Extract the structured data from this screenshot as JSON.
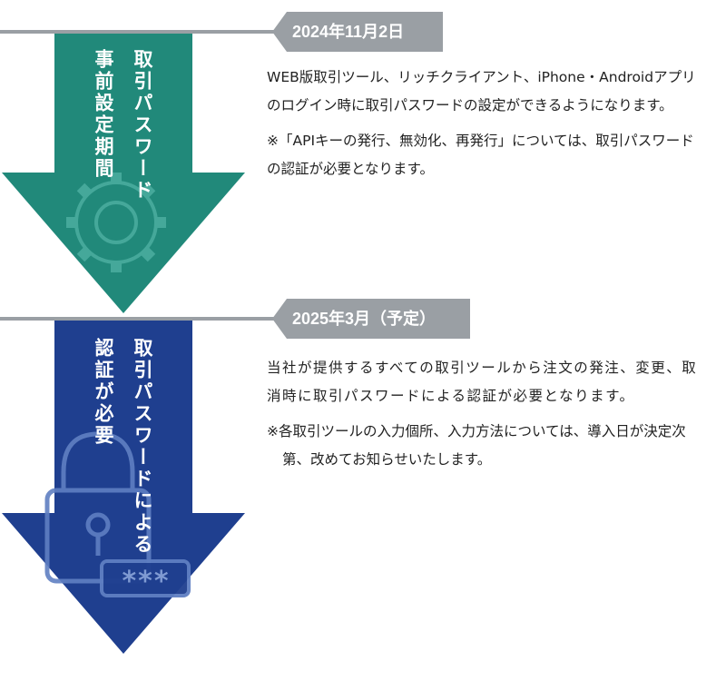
{
  "colors": {
    "phase1_arrow": "#21897a",
    "phase2_arrow": "#1f3f8f",
    "tag_bg": "#9a9fa4",
    "divider": "#9a9fa4",
    "text": "#222222"
  },
  "phases": [
    {
      "date": "2024年11月2日",
      "arrow_col1": "取引パスワード",
      "arrow_col2": "事前設定期間",
      "icon": "gear-icon",
      "description": "WEB版取引ツール、リッチクライアント、iPhone・Androidアプリのログイン時に取引パスワードの設定ができるようになります。",
      "note": "※「APIキーの発行、無効化、再発行」については、取引パスワードの認証が必要となります。"
    },
    {
      "date": "2025年3月（予定）",
      "arrow_col1": "取引パスワードによる",
      "arrow_col2": "認証が必要",
      "icon": "padlock-icon",
      "password_mask": "***",
      "description": "当社が提供するすべての取引ツールから注文の発注、変更、取消時に取引パスワードによる認証が必要となります。",
      "note": "※各取引ツールの入力個所、入力方法については、導入日が決定次第、改めてお知らせいたします。"
    }
  ]
}
